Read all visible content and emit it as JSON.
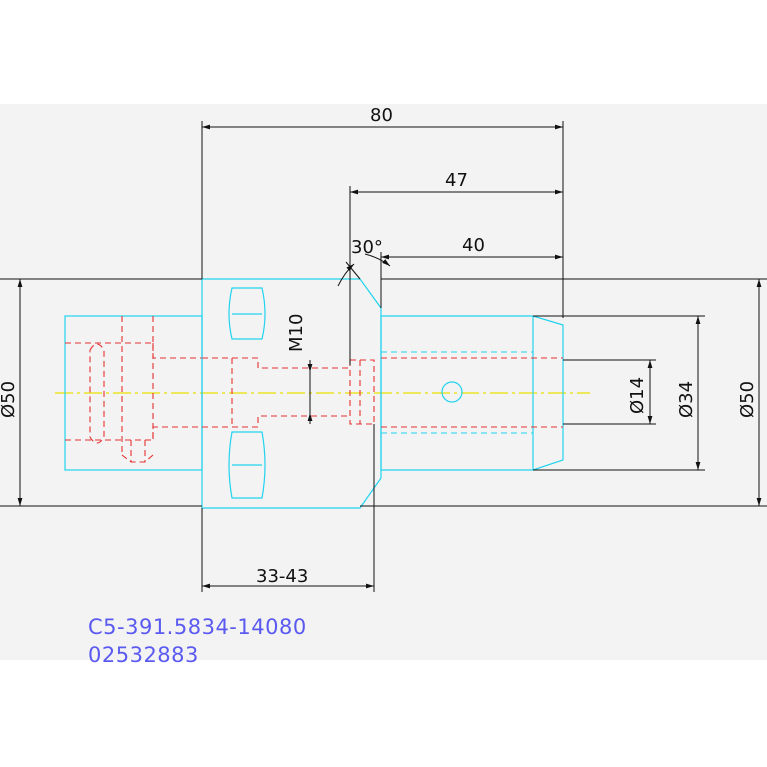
{
  "dimensions": {
    "overall_length": "80",
    "length_47": "47",
    "length_40": "40",
    "angle": "30°",
    "thread": "M10",
    "diameter_14": "Ø14",
    "diameter_34": "Ø34",
    "diameter_50_left": "Ø50",
    "diameter_50_right": "Ø50",
    "gauge_range": "33-43"
  },
  "part": {
    "code": "C5-391.5834-14080",
    "number": "02532883"
  },
  "colors": {
    "outline": "#22d3ee",
    "hidden_lines": "#e53030",
    "centerline": "#e8e000",
    "dimensions": "#111111",
    "part_text": "#5a5af0",
    "background": "#f3f3f3"
  }
}
